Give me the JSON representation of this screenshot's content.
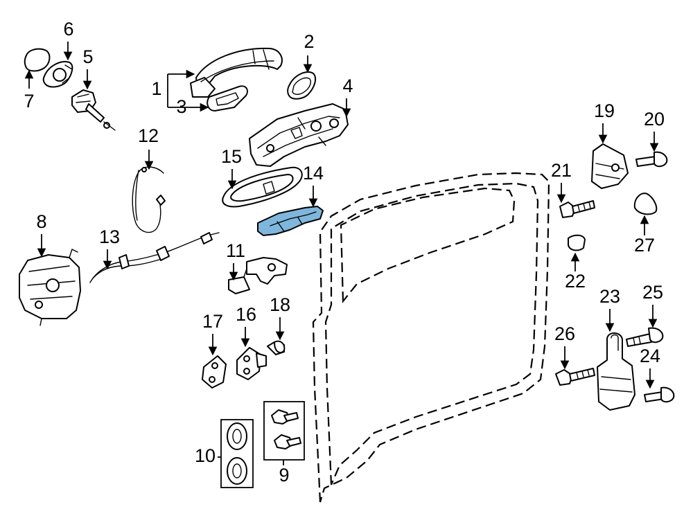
{
  "highlight_color": "#7fb6dc",
  "callouts": [
    {
      "id": "1",
      "label": "1"
    },
    {
      "id": "2",
      "label": "2"
    },
    {
      "id": "3",
      "label": "3"
    },
    {
      "id": "4",
      "label": "4"
    },
    {
      "id": "5",
      "label": "5"
    },
    {
      "id": "6",
      "label": "6"
    },
    {
      "id": "7",
      "label": "7"
    },
    {
      "id": "8",
      "label": "8"
    },
    {
      "id": "9",
      "label": "9"
    },
    {
      "id": "10",
      "label": "10"
    },
    {
      "id": "11",
      "label": "11"
    },
    {
      "id": "12",
      "label": "12"
    },
    {
      "id": "13",
      "label": "13"
    },
    {
      "id": "14",
      "label": "14"
    },
    {
      "id": "15",
      "label": "15"
    },
    {
      "id": "16",
      "label": "16"
    },
    {
      "id": "17",
      "label": "17"
    },
    {
      "id": "18",
      "label": "18"
    },
    {
      "id": "19",
      "label": "19"
    },
    {
      "id": "20",
      "label": "20"
    },
    {
      "id": "21",
      "label": "21"
    },
    {
      "id": "22",
      "label": "22"
    },
    {
      "id": "23",
      "label": "23"
    },
    {
      "id": "24",
      "label": "24"
    },
    {
      "id": "25",
      "label": "25"
    },
    {
      "id": "26",
      "label": "26"
    },
    {
      "id": "27",
      "label": "27"
    }
  ]
}
